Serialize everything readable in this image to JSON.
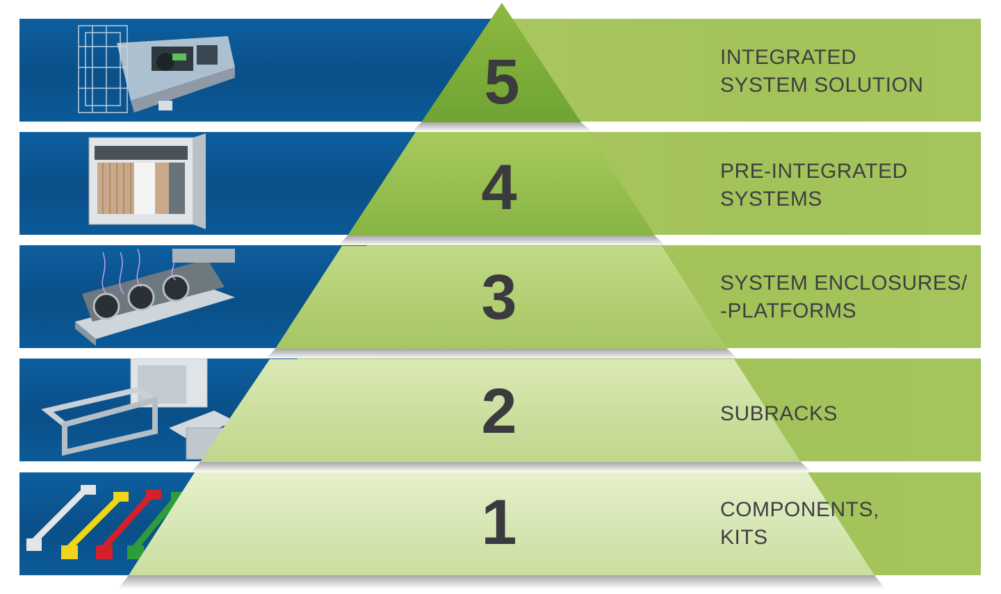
{
  "levels": [
    {
      "number": "5",
      "line1": "INTEGRATED",
      "line2": "SYSTEM SOLUTION",
      "color_top": "#8fb840",
      "color_bottom": "#6fa433",
      "illustration": "system-rack-illustration"
    },
    {
      "number": "4",
      "line1": "PRE-INTEGRATED",
      "line2": "SYSTEMS",
      "color_top": "#a7ca5c",
      "color_bottom": "#88b544",
      "illustration": "preintegrated-chassis-illustration"
    },
    {
      "number": "3",
      "line1": "SYSTEM ENCLOSURES/",
      "line2": "-PLATFORMS",
      "color_top": "#c2da86",
      "color_bottom": "#a6c663",
      "illustration": "fan-enclosure-illustration"
    },
    {
      "number": "2",
      "line1": "SUBRACKS",
      "line2": "",
      "color_top": "#d8e8b0",
      "color_bottom": "#bfd78c",
      "illustration": "subrack-frames-illustration"
    },
    {
      "number": "1",
      "line1": "COMPONENTS,",
      "line2": "KITS",
      "color_top": "#e3efc6",
      "color_bottom": "#c9dea0",
      "illustration": "handle-kits-illustration"
    }
  ],
  "colors": {
    "blue_band": "#0a4f88",
    "green_band": "#a4c45c",
    "text": "#3f3d41"
  }
}
